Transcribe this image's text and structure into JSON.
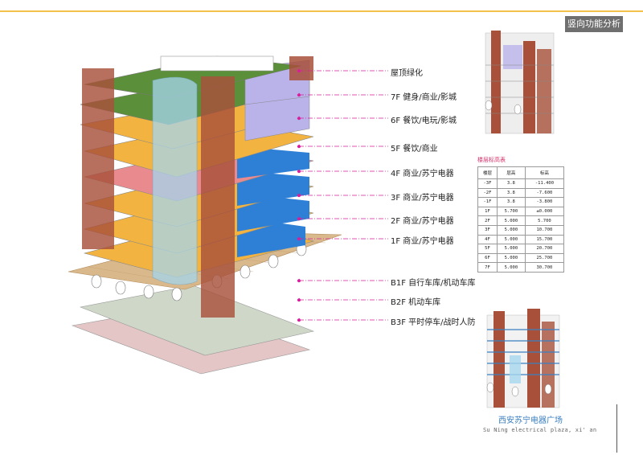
{
  "header": {
    "title": "竖向功能分析"
  },
  "floors": [
    {
      "id": "roof",
      "label": "屋顶绿化"
    },
    {
      "id": "7f",
      "label": "7F  健身/商业/影城"
    },
    {
      "id": "6f",
      "label": "6F  餐饮/电玩/影城"
    },
    {
      "id": "5f",
      "label": "5F  餐饮/商业"
    },
    {
      "id": "4f",
      "label": "4F  商业/苏宁电器"
    },
    {
      "id": "3f",
      "label": "3F  商业/苏宁电器"
    },
    {
      "id": "2f",
      "label": "2F  商业/苏宁电器"
    },
    {
      "id": "1f",
      "label": "1F  商业/苏宁电器"
    },
    {
      "id": "b1f",
      "label": "B1F  自行车库/机动车库"
    },
    {
      "id": "b2f",
      "label": "B2F  机动车库"
    },
    {
      "id": "b3f",
      "label": "B3F  平时停车/战时人防"
    }
  ],
  "colors": {
    "magenta_leader": "#d61f9b",
    "brick": "#a8503a",
    "green_roof": "#5b8f3a",
    "orange_retail": "#f2b340",
    "pink_retail": "#e98a8f",
    "blue_suning": "#2e7fd6",
    "lavender": "#b9b3ea",
    "paving": "#d6b58a",
    "glass": "#a6d6ee"
  },
  "height_table": {
    "title": "楼层标高表",
    "headers": [
      "楼层",
      "层高",
      "标高"
    ],
    "rows": [
      [
        "-3F",
        "3.8",
        "-11.400"
      ],
      [
        "-2F",
        "3.8",
        "-7.600"
      ],
      [
        "-1F",
        "3.8",
        "-3.800"
      ],
      [
        "1F",
        "5.700",
        "±0.000"
      ],
      [
        "2F",
        "5.000",
        "5.700"
      ],
      [
        "3F",
        "5.000",
        "10.700"
      ],
      [
        "4F",
        "5.000",
        "15.700"
      ],
      [
        "5F",
        "5.000",
        "20.700"
      ],
      [
        "6F",
        "5.000",
        "25.700"
      ],
      [
        "7F",
        "5.000",
        "30.700"
      ]
    ]
  },
  "project": {
    "name_cn": "西安苏宁电器广场",
    "name_en": "Su Ning electrical plaza, xi' an"
  }
}
